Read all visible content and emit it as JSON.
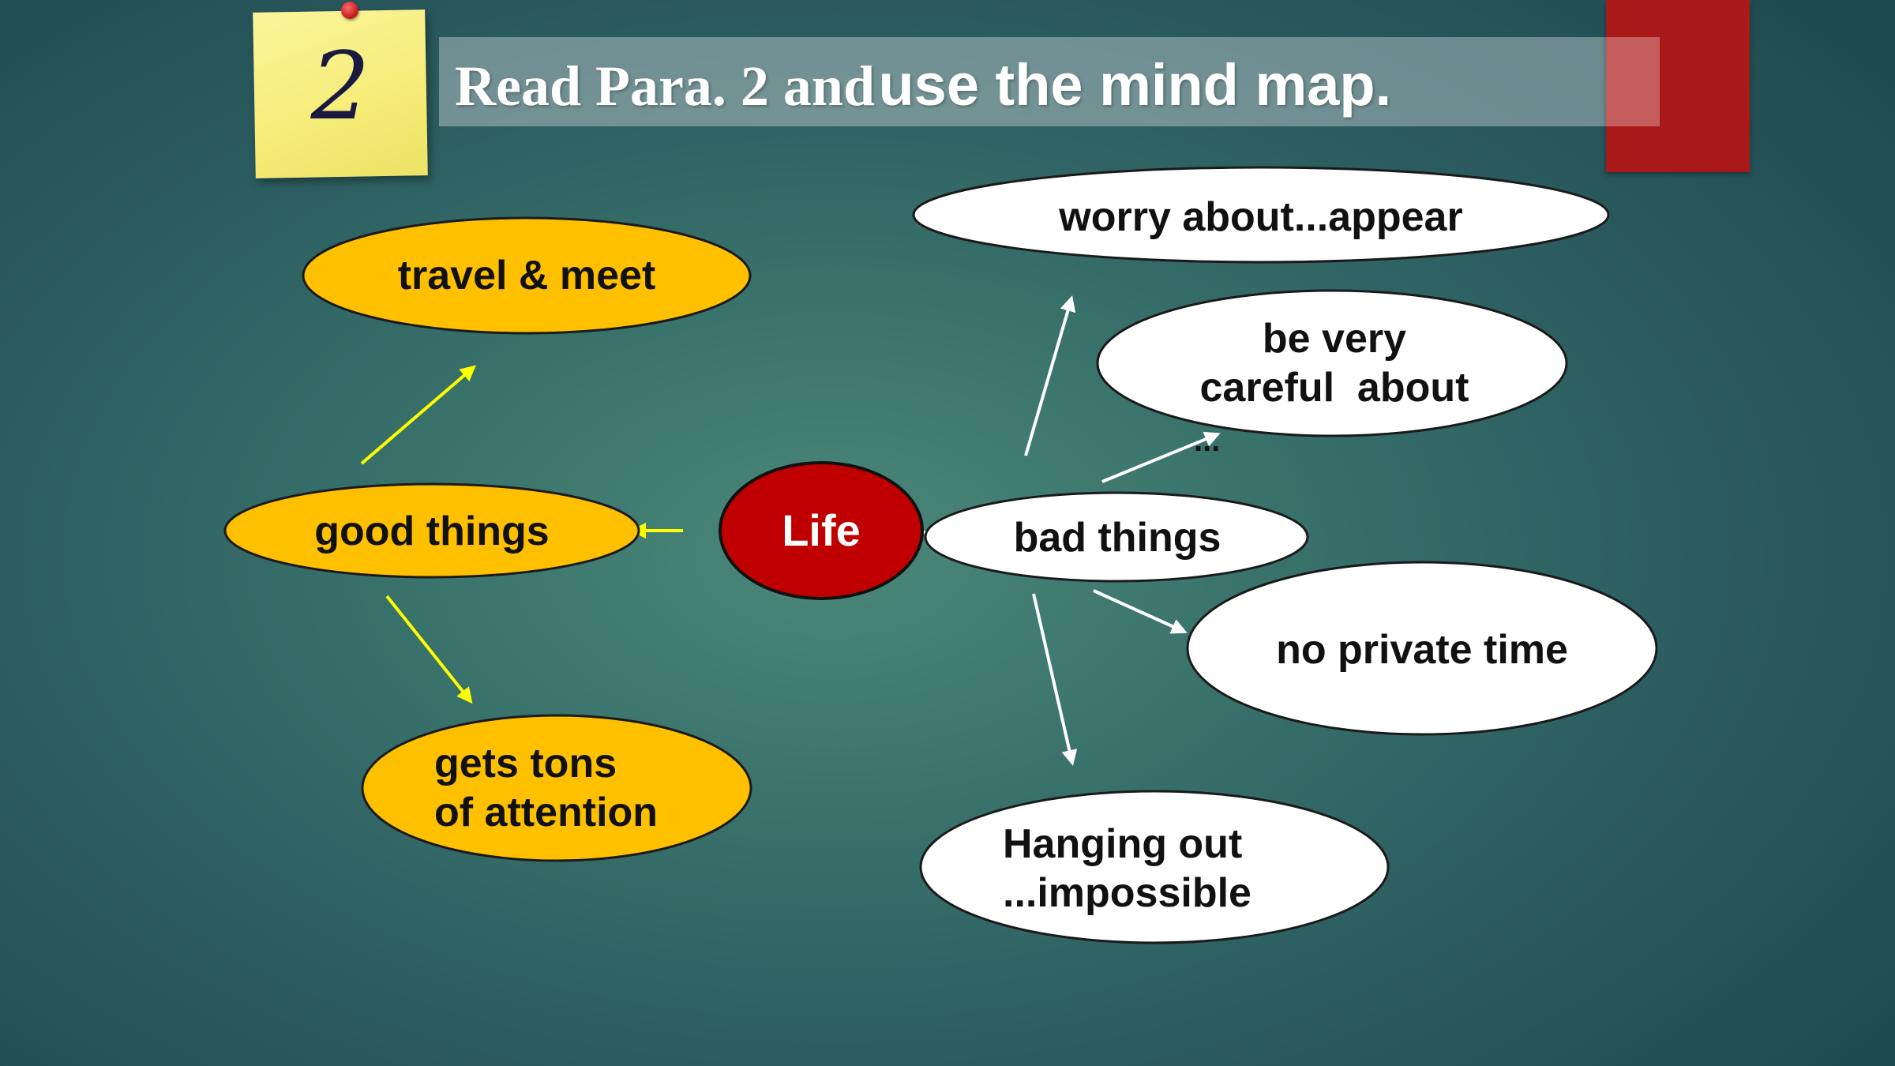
{
  "step_number": "2",
  "title": {
    "part1": "Read Para. 2 and",
    "part2": "use the mind map."
  },
  "center": "Life",
  "good": {
    "label": "good things",
    "items": [
      "travel & meet",
      "gets tons\nof attention"
    ]
  },
  "bad": {
    "label": "bad things",
    "items": [
      "worry about...appear",
      "be very\ncareful  about",
      "no private time",
      "Hanging out\n...impossible"
    ],
    "careful_suffix": "..."
  },
  "colors": {
    "good_fill": "#ffc000",
    "bad_fill": "#ffffff",
    "center_fill": "#c00000",
    "arrow_good": "#ffff00",
    "arrow_bad": "#ffffff",
    "title_tab": "#a91919"
  }
}
